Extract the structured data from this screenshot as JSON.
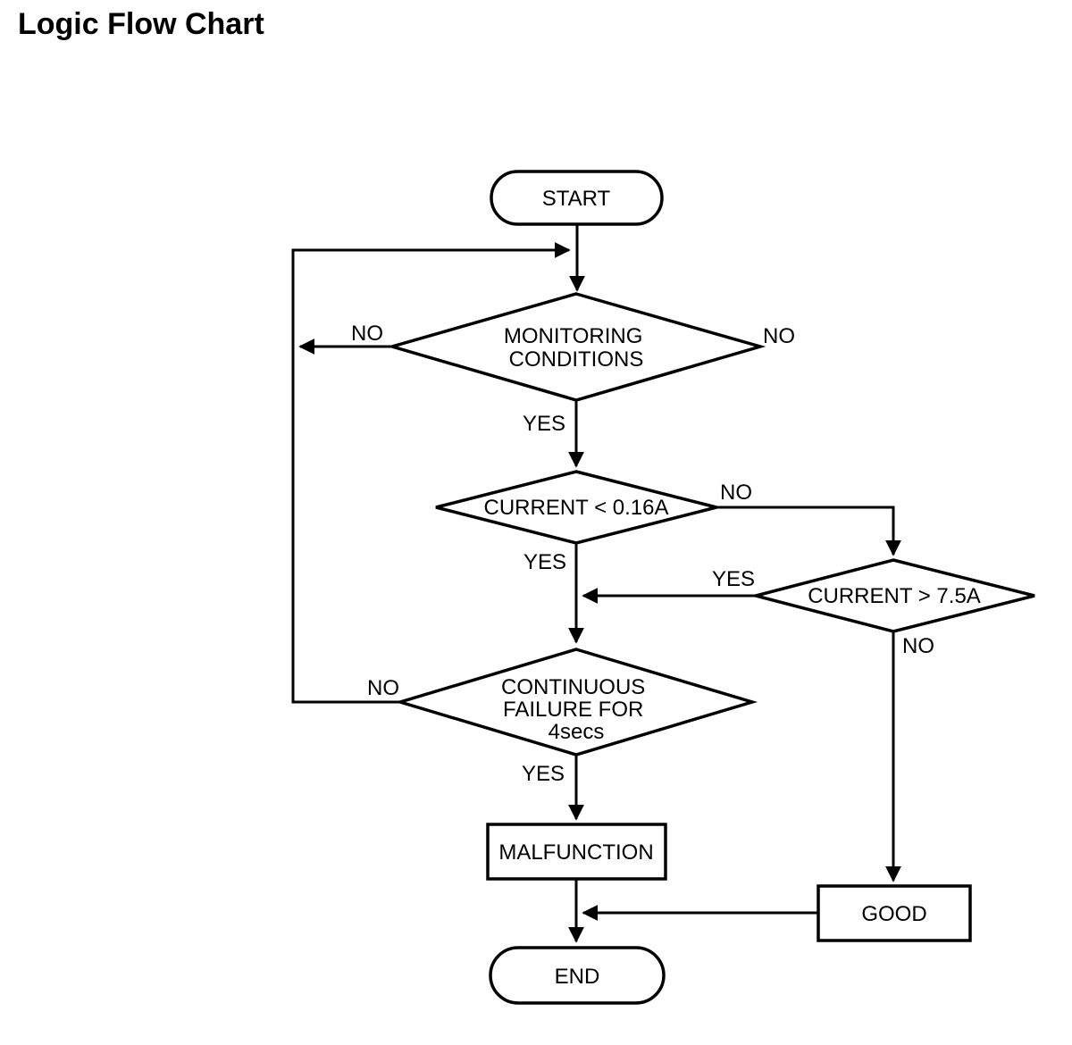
{
  "title": "Logic Flow Chart",
  "flowchart": {
    "colors": {
      "stroke": "#000000",
      "background": "#ffffff"
    },
    "nodes": {
      "start": {
        "type": "terminator",
        "label": "START"
      },
      "monitoring": {
        "type": "decision",
        "lines": [
          "MONITORING",
          "CONDITIONS"
        ]
      },
      "current_low": {
        "type": "decision",
        "label": "CURRENT < 0.16A"
      },
      "current_high": {
        "type": "decision",
        "label": "CURRENT > 7.5A"
      },
      "continuous": {
        "type": "decision",
        "lines": [
          "CONTINUOUS",
          "FAILURE FOR",
          "4secs"
        ]
      },
      "malfunction": {
        "type": "process",
        "label": "MALFUNCTION"
      },
      "good": {
        "type": "process",
        "label": "GOOD"
      },
      "end": {
        "type": "terminator",
        "label": "END"
      }
    },
    "labels": {
      "monitoring_no_left": "NO",
      "monitoring_no_right": "NO",
      "monitoring_yes": "YES",
      "current_low_no": "NO",
      "current_low_yes": "YES",
      "current_high_yes": "YES",
      "current_high_no": "NO",
      "continuous_no": "NO",
      "continuous_yes": "YES"
    }
  }
}
